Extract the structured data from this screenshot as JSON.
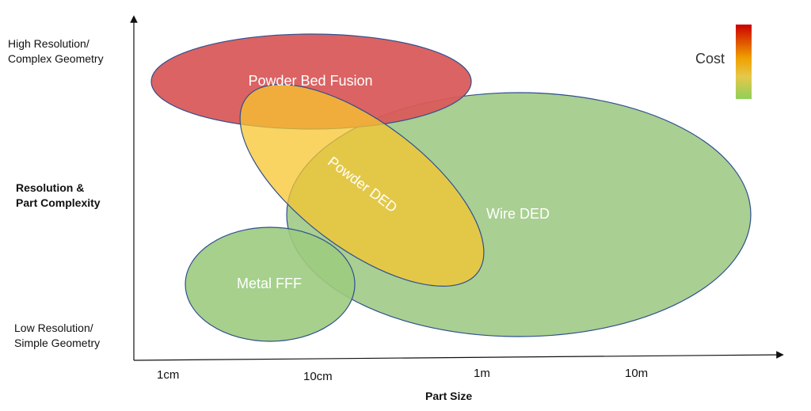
{
  "y_axis": {
    "title": "Resolution &\nPart Complexity",
    "top_label": "High Resolution/\nComplex Geometry",
    "bottom_label": "Low Resolution/\nSimple Geometry"
  },
  "x_axis": {
    "title": "Part Size",
    "ticks": [
      "1cm",
      "10cm",
      "1m",
      "10m"
    ]
  },
  "legend": {
    "label": "Cost",
    "gradient": [
      "#cc0000",
      "#f0a000",
      "#e6c84a",
      "#8fcf5a"
    ]
  },
  "regions": [
    {
      "name": "Wire DED",
      "color": "#a4cc8c",
      "opacity": 0.95
    },
    {
      "name": "Metal FFF",
      "color": "#9ccb7f",
      "opacity": 0.9
    },
    {
      "name": "Powder Bed Fusion",
      "color": "#d95b5b",
      "opacity": 0.95
    },
    {
      "name": "Powder DED",
      "color": "#f7c62f",
      "opacity": 0.75
    }
  ]
}
